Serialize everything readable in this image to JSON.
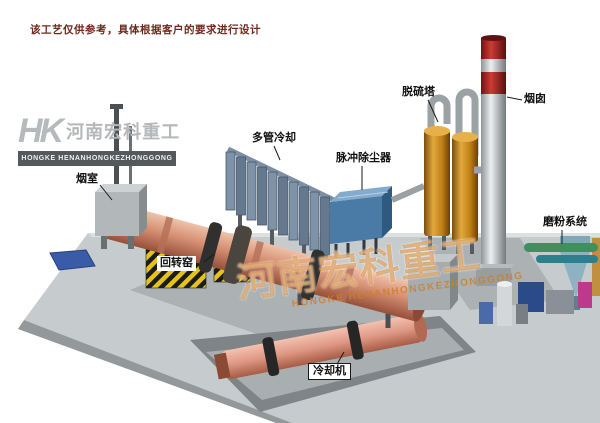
{
  "page": {
    "disclaimer": "该工艺仅供参考，具体根据客户的要求进行设计"
  },
  "watermark": {
    "logo": "HK",
    "brand_cn": "河南宏科重工",
    "brand_en": "HONGKE HENANHONGKEZHONGGONG",
    "center_cn": "河南宏科重工",
    "center_en": "HONGKE HENANHONGKEZHONGGONG"
  },
  "labels": {
    "smoke_chamber": "烟室",
    "rotary_kiln": "回转窑",
    "multi_tube_cooling": "多管冷却",
    "pulse_dust_collector": "脉冲除尘器",
    "desulfurization_tower": "脱硫塔",
    "chimney": "烟囱",
    "grinding_system": "磨粉系统",
    "cooling_machine": "冷却机"
  },
  "colors": {
    "kiln_shell": "#d58f72",
    "cooling_cylinder": "#dd9783",
    "hazard_yellow": "#e5c319",
    "tower_orange": "#c8862a",
    "chimney_red": "#8f1e1e",
    "dust_collector_blue": "#4a7ba6",
    "platform_gray": "#c6cbcd",
    "watermark_orange": "#ce7e26",
    "blue_pad": "#3a5ca8"
  }
}
